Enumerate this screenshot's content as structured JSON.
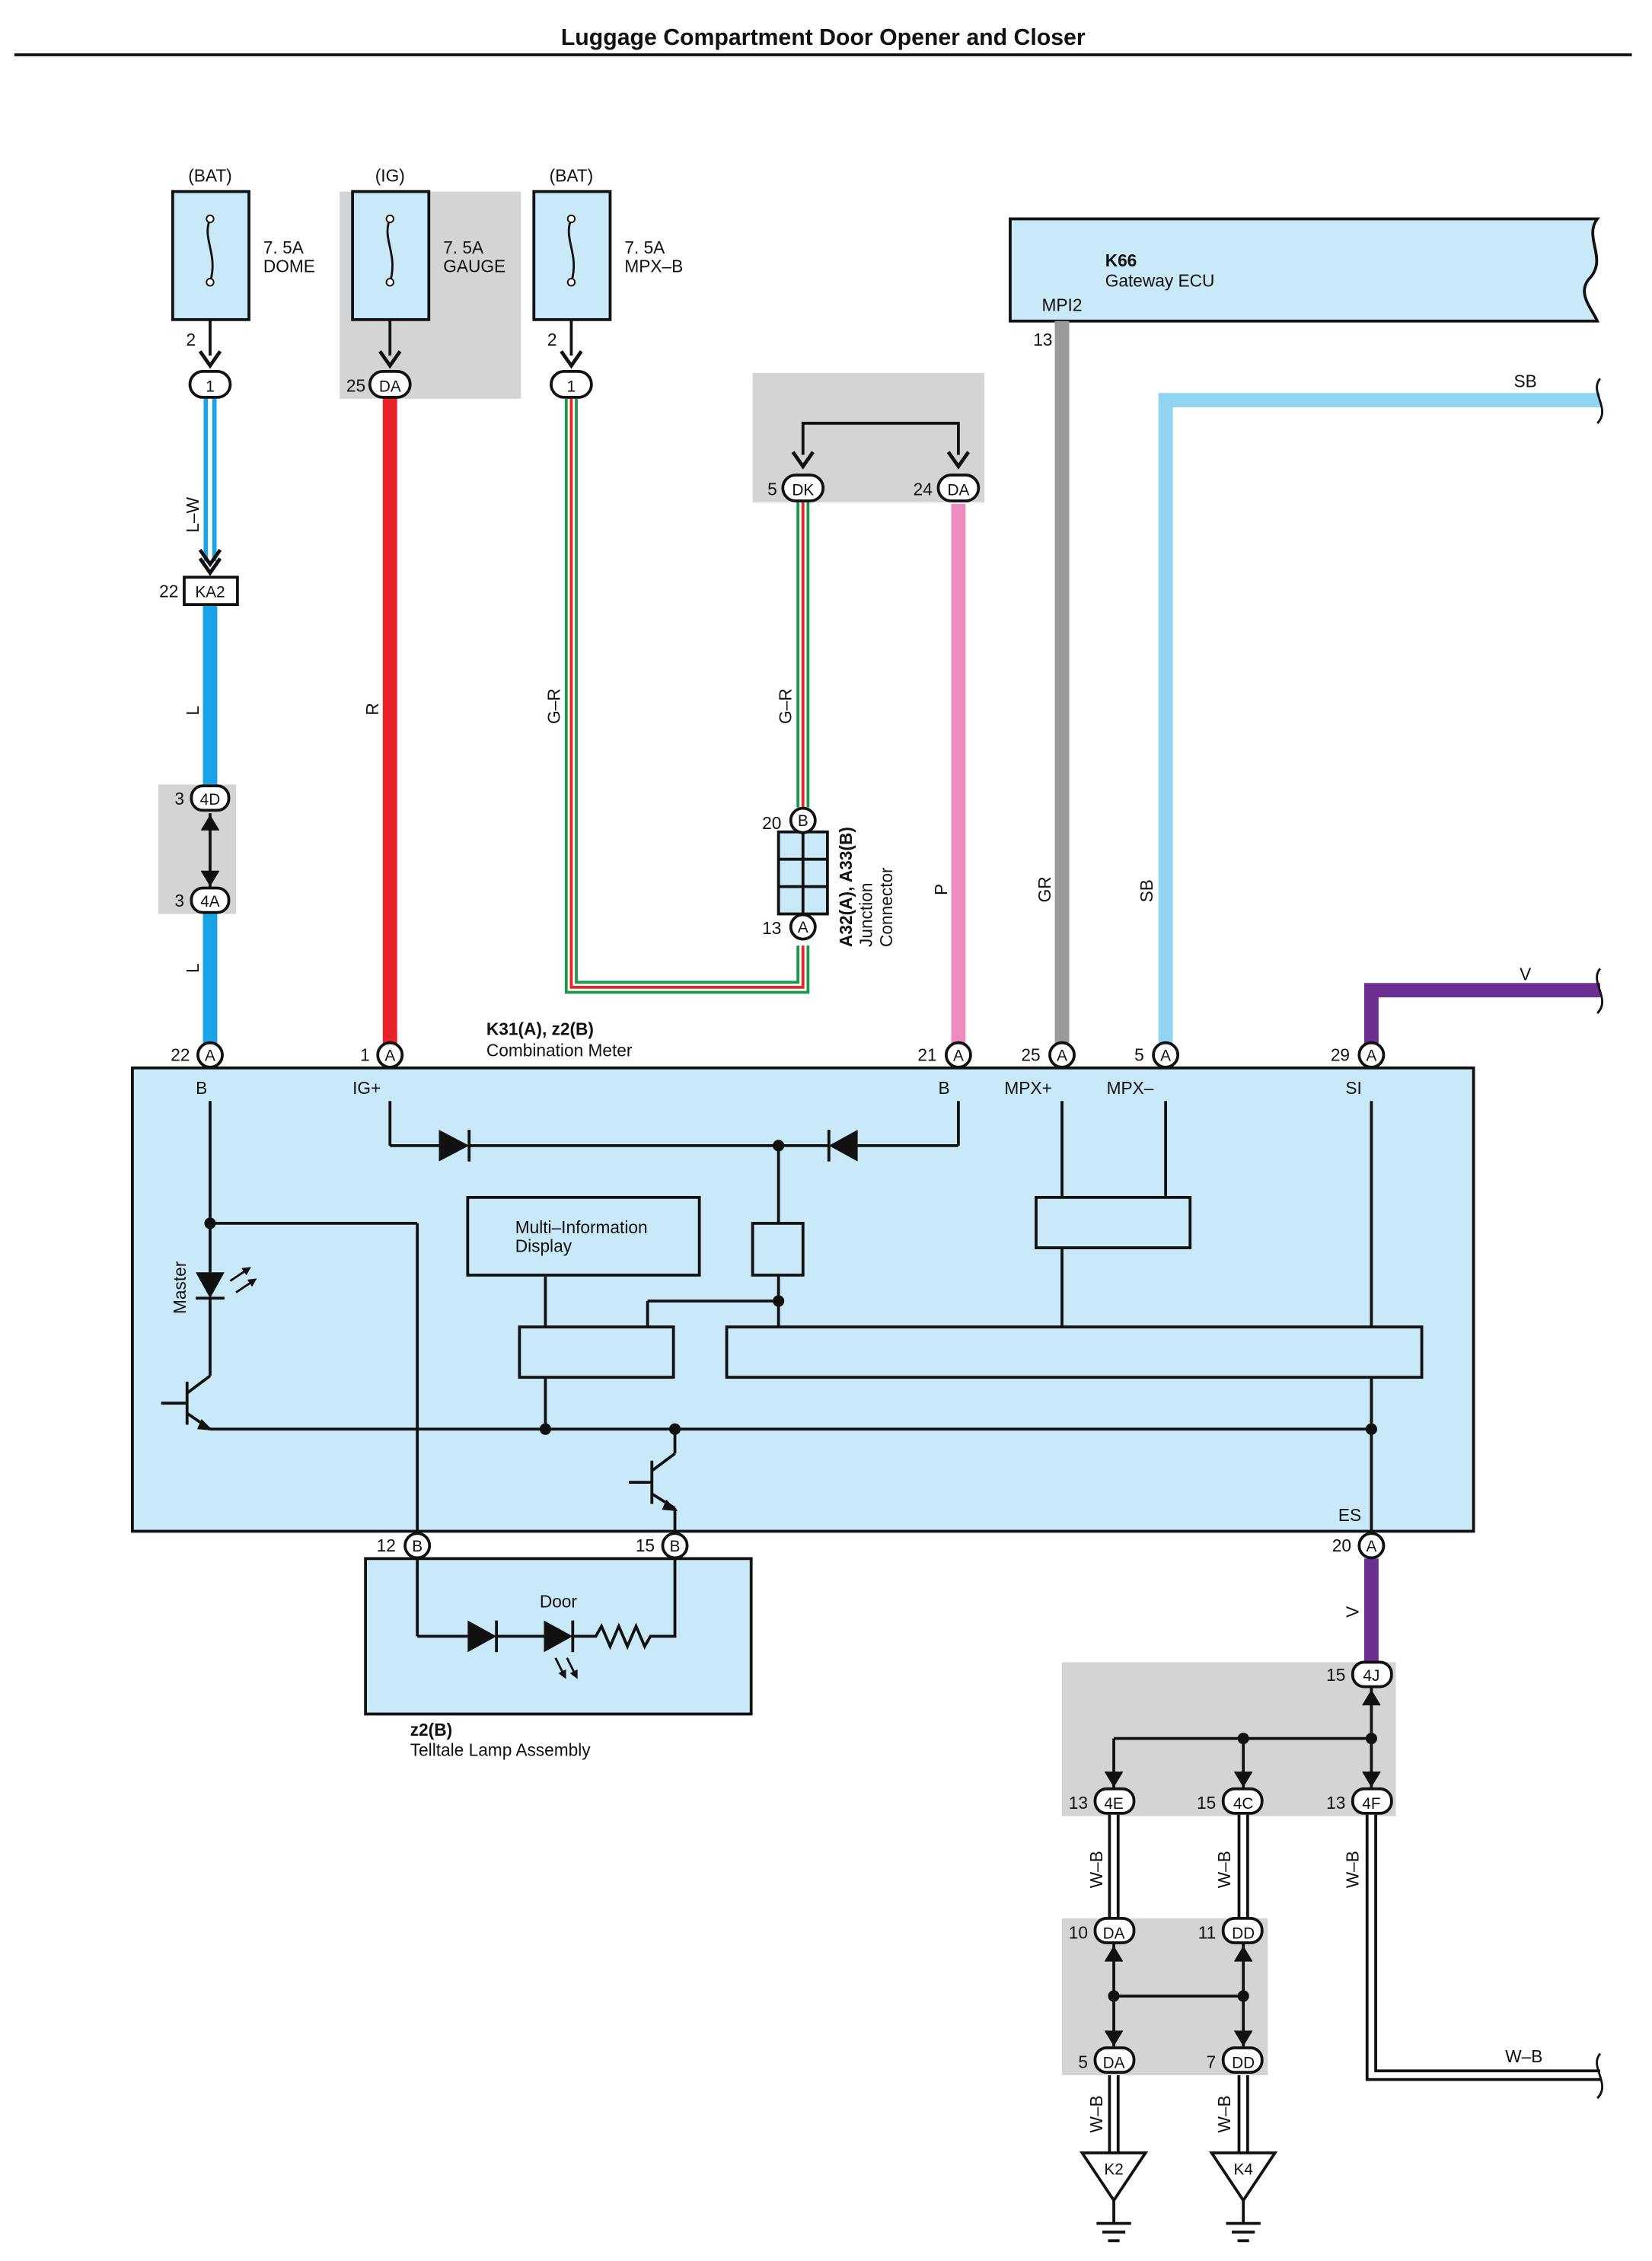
{
  "title": "Luggage Compartment Door Opener and Closer",
  "colors": {
    "L": "#1aa4e8",
    "R": "#e8232a",
    "G": "#1a9a48",
    "P": "#ef8cbf",
    "GR": "#9a9a9c",
    "SB": "#90d4f2",
    "V": "#6d2f92",
    "box_fill": "#c9e8f8",
    "shade": "#d3d4d6"
  },
  "fuses": {
    "dome": {
      "source": "(BAT)",
      "rating": "7. 5A",
      "name": "DOME",
      "pin": "2",
      "conn": "1"
    },
    "gauge": {
      "source": "(IG)",
      "rating": "7. 5A",
      "name": "GAUGE",
      "pin": "25",
      "conn": "DA"
    },
    "mpxb": {
      "source": "(BAT)",
      "rating": "7. 5A",
      "name": "MPX–B",
      "pin": "2",
      "conn": "1"
    }
  },
  "gateway": {
    "id": "K66",
    "name": "Gateway ECU",
    "terminal": "MPI2",
    "pin": "13"
  },
  "junction_top": {
    "pin_left": "5",
    "conn_left": "DK",
    "pin_right": "24",
    "conn_right": "DA"
  },
  "junction_connector": {
    "id": "A32(A), A33(B)",
    "name_line1": "Junction",
    "name_line2": "Connector",
    "pin_top": "20",
    "conn_top": "B",
    "pin_bottom": "13",
    "conn_bottom": "A"
  },
  "wire_labels": {
    "lw": "L–W",
    "l1": "L",
    "l2": "L",
    "r": "R",
    "gr1": "G–R",
    "gr2": "G–R",
    "p": "P",
    "gr": "GR",
    "sb": "SB",
    "sb_right": "SB",
    "v_right": "V",
    "v_down": "V",
    "wb1": "W–B",
    "wb2": "W–B",
    "wb3": "W–B",
    "wb_right": "W–B",
    "wb4": "W–B",
    "wb5": "W–B"
  },
  "inline": {
    "ka2": {
      "pin": "22",
      "conn": "KA2"
    },
    "c4d": {
      "pin": "3",
      "conn": "4D"
    },
    "c4a": {
      "pin": "3",
      "conn": "4A"
    }
  },
  "meter": {
    "id": "K31(A), z2(B)",
    "name": "Combination Meter",
    "pins": [
      {
        "pin": "22",
        "conn": "A",
        "term": "B"
      },
      {
        "pin": "1",
        "conn": "A",
        "term": "IG+"
      },
      {
        "pin": "21",
        "conn": "A",
        "term": "B"
      },
      {
        "pin": "25",
        "conn": "A",
        "term": "MPX+"
      },
      {
        "pin": "5",
        "conn": "A",
        "term": "MPX–"
      },
      {
        "pin": "29",
        "conn": "A",
        "term": "SI"
      }
    ],
    "bottom_pins": [
      {
        "pin": "12",
        "conn": "B"
      },
      {
        "pin": "15",
        "conn": "B"
      },
      {
        "pin": "20",
        "conn": "A",
        "term": "ES"
      }
    ],
    "mid_display": "Multi–Information",
    "mid_display2": "Display",
    "master": "Master"
  },
  "telltale": {
    "id": "z2(B)",
    "name": "Telltale Lamp Assembly",
    "door": "Door"
  },
  "ground_junction": {
    "c4j": {
      "pin": "15",
      "conn": "4J"
    },
    "c4e": {
      "pin": "13",
      "conn": "4E"
    },
    "c4c": {
      "pin": "15",
      "conn": "4C"
    },
    "c4f": {
      "pin": "13",
      "conn": "4F"
    },
    "da10": {
      "pin": "10",
      "conn": "DA"
    },
    "dd11": {
      "pin": "11",
      "conn": "DD"
    },
    "da5": {
      "pin": "5",
      "conn": "DA"
    },
    "dd7": {
      "pin": "7",
      "conn": "DD"
    }
  },
  "grounds": {
    "k2": "K2",
    "k4": "K4"
  }
}
